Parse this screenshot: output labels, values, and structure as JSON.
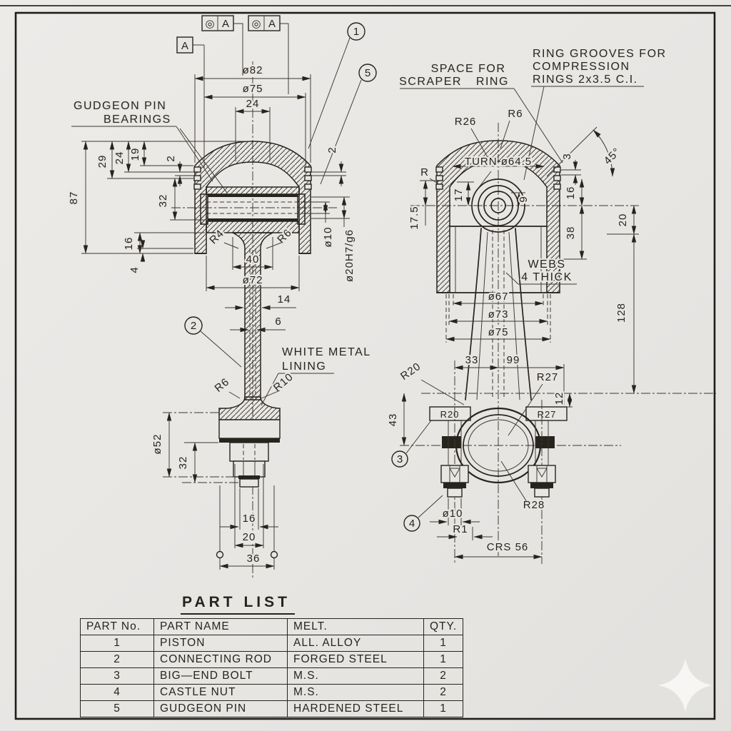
{
  "sheet": {
    "paper_color": "#e8e6e3",
    "ink_color": "#27241e"
  },
  "balloons": {
    "b1": "1",
    "b2": "2",
    "b3": "3",
    "b4": "4",
    "b5": "5"
  },
  "datums": {
    "flag": "A",
    "tol_symbol": "◎",
    "tol_datum": "A"
  },
  "labels": {
    "gudgeon1": "GUDGEON PIN",
    "gudgeon2": "BEARINGS",
    "white1": "WHITE METAL",
    "white2": "LINING",
    "space1": "SPACE FOR",
    "space2": "SCRAPER RING",
    "ring1": "RING GROOVES FOR",
    "ring2": "COMPRESSION",
    "ring3": "RINGS 2x3.5 C.I.",
    "webs1": "WEBS",
    "webs2": "4 THICK",
    "turn": "TURN ø64.5"
  },
  "dims": {
    "dia82": "ø82",
    "dia75_top": "ø75",
    "w24": "24",
    "h87": "87",
    "h29": "29",
    "h24": "24",
    "h19": "19",
    "h32": "32",
    "h16": "16",
    "h4": "4",
    "t2_left": "2",
    "t2_right": "2",
    "r4": "R4",
    "r6_skirt": "R6",
    "w40": "40",
    "dia72": "ø72",
    "w14": "14",
    "w6": "6",
    "dia10_pin": "ø10",
    "dia20": "ø20H7/g6",
    "r6_rod": "R6",
    "r10": "R10",
    "dia52": "ø52",
    "h32b": "32",
    "w16b": "16",
    "w20b": "20",
    "w36": "36",
    "r26": "R26",
    "r6_crown": "R6",
    "r_wall": "R",
    "a45": "45°",
    "t3": "3",
    "h17_5": "17.5",
    "h17": "17",
    "h9": "9",
    "h16r": "16",
    "h38": "38",
    "h20": "20",
    "h128": "128",
    "dia67": "ø67",
    "dia73": "ø73",
    "dia75b": "ø75",
    "w33": "33",
    "w99": "99",
    "r20": "R20",
    "r27": "R27",
    "r20_flange": "R20",
    "r27_flange": "R27",
    "h43": "43",
    "h12": "12",
    "r28": "R28",
    "dia10_bolt": "ø10",
    "r1": "R1",
    "crs": "CRS 56"
  },
  "part_list": {
    "title": "PART LIST",
    "headers": [
      "PART No.",
      "PART NAME",
      "MELT.",
      "QTY."
    ],
    "rows": [
      [
        "1",
        "PISTON",
        "ALL. ALLOY",
        "1"
      ],
      [
        "2",
        "CONNECTING ROD",
        "FORGED STEEL",
        "1"
      ],
      [
        "3",
        "BIG—END BOLT",
        "M.S.",
        "2"
      ],
      [
        "4",
        "CASTLE NUT",
        "M.S.",
        "2"
      ],
      [
        "5",
        "GUDGEON PIN",
        "HARDENED STEEL",
        "1"
      ]
    ]
  }
}
